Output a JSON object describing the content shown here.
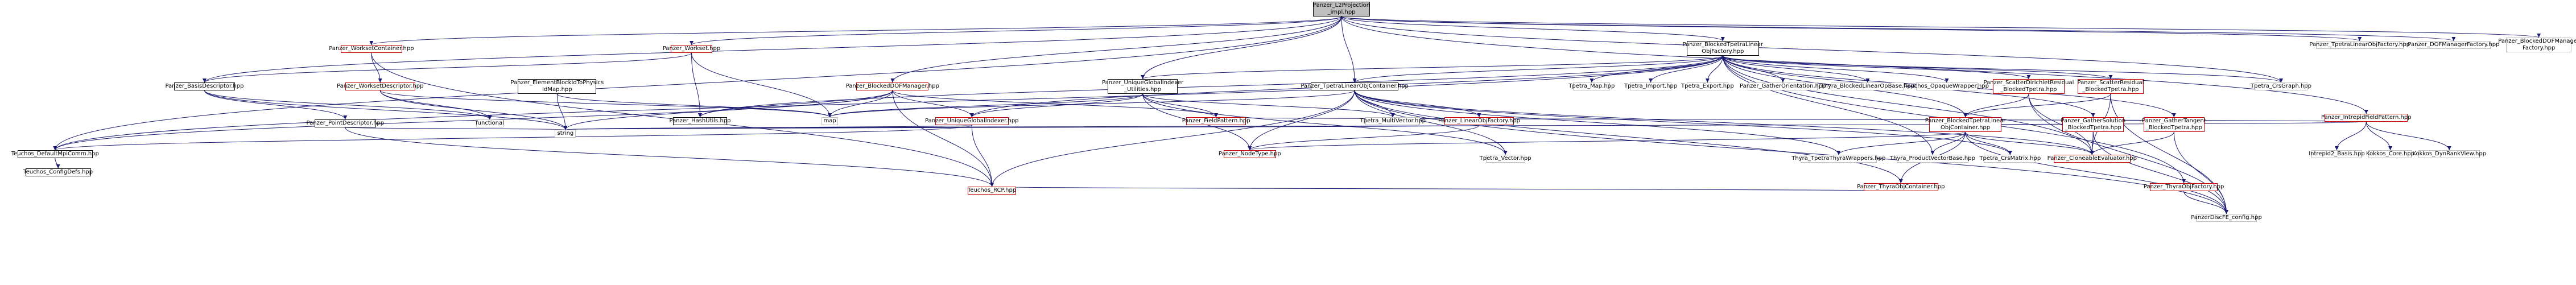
{
  "root": "Panzer_L2Projection\n_impl.hpp",
  "nodes": [
    {
      "id": "root",
      "text": "Panzer_L2Projection\n_impl.hpp",
      "style": "root"
    },
    {
      "id": "wsc",
      "text": "Panzer_WorksetContainer.hpp",
      "style": "red"
    },
    {
      "id": "ws",
      "text": "Panzer_Workset.hpp",
      "style": "red"
    },
    {
      "id": "bd",
      "text": "Panzer_BasisDescriptor.hpp",
      "style": "dark"
    },
    {
      "id": "wd",
      "text": "Panzer_WorksetDescriptor.hpp",
      "style": "red"
    },
    {
      "id": "ebg",
      "text": "Panzer_ElementBlockIdToPhysics\nIdMap.hpp",
      "style": "dark"
    },
    {
      "id": "pd",
      "text": "Panzer_PointDescriptor.hpp",
      "style": "dark"
    },
    {
      "id": "functional",
      "text": "functional",
      "style": "plain"
    },
    {
      "id": "string",
      "text": "string",
      "style": "plain"
    },
    {
      "id": "tdmc",
      "text": "Teuchos_DefaultMpiComm.hpp",
      "style": "dark"
    },
    {
      "id": "tcd",
      "text": "Teuchos_ConfigDefs.hpp",
      "style": "dark"
    },
    {
      "id": "bldm",
      "text": "Panzer_BlockedDOFManager.hpp",
      "style": "red"
    },
    {
      "id": "hash",
      "text": "Panzer_HashUtils.hpp",
      "style": "dark"
    },
    {
      "id": "map",
      "text": "map",
      "style": "plain"
    },
    {
      "id": "ugi",
      "text": "Panzer_UniqueGlobalIndexer.hpp",
      "style": "red"
    },
    {
      "id": "ugiu",
      "text": "Panzer_UniqueGlobalIndexer\n_Utilities.hpp",
      "style": "dark"
    },
    {
      "id": "fp",
      "text": "Panzer_FieldPattern.hpp",
      "style": "red"
    },
    {
      "id": "tloc",
      "text": "Panzer_TpetraLinearObjContainer.hpp",
      "style": "dark"
    },
    {
      "id": "tmv",
      "text": "Tpetra_MultiVector.hpp",
      "style": "plain"
    },
    {
      "id": "lof",
      "text": "Panzer_LinearObjFactory.hpp",
      "style": "red"
    },
    {
      "id": "nt",
      "text": "Panzer_NodeType.hpp",
      "style": "red"
    },
    {
      "id": "trcp",
      "text": "Teuchos_RCP.hpp",
      "style": "red"
    },
    {
      "id": "tv",
      "text": "Tpetra_Vector.hpp",
      "style": "plain"
    },
    {
      "id": "blof",
      "text": "Panzer_BlockedTpetraLinear\nObjFactory.hpp",
      "style": "dark"
    },
    {
      "id": "tmap",
      "text": "Tpetra_Map.hpp",
      "style": "plain"
    },
    {
      "id": "timp",
      "text": "Tpetra_Import.hpp",
      "style": "plain"
    },
    {
      "id": "texp",
      "text": "Tpetra_Export.hpp",
      "style": "plain"
    },
    {
      "id": "pgo",
      "text": "Panzer_GatherOrientation.hpp",
      "style": "plain"
    },
    {
      "id": "tblob",
      "text": "Thyra_BlockedLinearOpBase.hpp",
      "style": "plain"
    },
    {
      "id": "tow",
      "text": "Teuchos_OpaqueWrapper.hpp",
      "style": "plain"
    },
    {
      "id": "sdr",
      "text": "Panzer_ScatterDirichletResidual\n_BlockedTpetra.hpp",
      "style": "red"
    },
    {
      "id": "sr",
      "text": "Panzer_ScatterResidual\n_BlockedTpetra.hpp",
      "style": "red"
    },
    {
      "id": "bloc",
      "text": "Panzer_BlockedTpetraLinear\nObjContainer.hpp",
      "style": "red"
    },
    {
      "id": "gs",
      "text": "Panzer_GatherSolution\n_BlockedTpetra.hpp",
      "style": "red"
    },
    {
      "id": "gt",
      "text": "Panzer_GatherTangent\n_BlockedTpetra.hpp",
      "style": "red"
    },
    {
      "id": "ttw",
      "text": "Thyra_TpetraThyraWrappers.hpp",
      "style": "plain"
    },
    {
      "id": "tpvb",
      "text": "Thyra_ProductVectorBase.hpp",
      "style": "plain"
    },
    {
      "id": "tcm",
      "text": "Tpetra_CrsMatrix.hpp",
      "style": "plain"
    },
    {
      "id": "ce",
      "text": "Panzer_CloneableEvaluator.hpp",
      "style": "red"
    },
    {
      "id": "toc",
      "text": "Panzer_ThyraObjContainer.hpp",
      "style": "red"
    },
    {
      "id": "tof",
      "text": "Panzer_ThyraObjFactory.hpp",
      "style": "red"
    },
    {
      "id": "pdc",
      "text": "PanzerDiscFE_config.hpp",
      "style": "plain"
    },
    {
      "id": "tcg",
      "text": "Tpetra_CrsGraph.hpp",
      "style": "plain"
    },
    {
      "id": "ifp",
      "text": "Panzer_IntrepidFieldPattern.hpp",
      "style": "red"
    },
    {
      "id": "ib",
      "text": "Intrepid2_Basis.hpp",
      "style": "plain"
    },
    {
      "id": "kc",
      "text": "Kokkos_Core.hpp",
      "style": "plain"
    },
    {
      "id": "kdrv",
      "text": "Kokkos_DynRankView.hpp",
      "style": "plain"
    },
    {
      "id": "ptlof",
      "text": "Panzer_TpetraLinearObjFactory.hpp",
      "style": "plain"
    },
    {
      "id": "pdofmf",
      "text": "Panzer_DOFManagerFactory.hpp",
      "style": "plain"
    },
    {
      "id": "pbdofmf",
      "text": "Panzer_BlockedDOFManager\nFactory.hpp",
      "style": "plain"
    }
  ],
  "edges": [
    [
      "root",
      "wsc"
    ],
    [
      "root",
      "ws"
    ],
    [
      "root",
      "blof"
    ],
    [
      "root",
      "tloc"
    ],
    [
      "root",
      "ugiu"
    ],
    [
      "root",
      "bldm"
    ],
    [
      "root",
      "bd"
    ],
    [
      "root",
      "tdmc"
    ],
    [
      "root",
      "ptlof"
    ],
    [
      "root",
      "pdofmf"
    ],
    [
      "root",
      "pbdofmf"
    ],
    [
      "root",
      "ifp"
    ],
    [
      "root",
      "tcg"
    ],
    [
      "wsc",
      "wd"
    ],
    [
      "wsc",
      "trcp"
    ],
    [
      "ws",
      "bd"
    ],
    [
      "ws",
      "map"
    ],
    [
      "ws",
      "hash"
    ],
    [
      "bd",
      "pd"
    ],
    [
      "bd",
      "functional"
    ],
    [
      "bd",
      "string"
    ],
    [
      "wd",
      "functional"
    ],
    [
      "wd",
      "string"
    ],
    [
      "wd",
      "map"
    ],
    [
      "ebg",
      "map"
    ],
    [
      "ebg",
      "string"
    ],
    [
      "pd",
      "string"
    ],
    [
      "pd",
      "trcp"
    ],
    [
      "tdmc",
      "tcd"
    ],
    [
      "bldm",
      "ugi"
    ],
    [
      "bldm",
      "fp"
    ],
    [
      "bldm",
      "hash"
    ],
    [
      "bldm",
      "map"
    ],
    [
      "bldm",
      "string"
    ],
    [
      "bldm",
      "trcp"
    ],
    [
      "bldm",
      "tdmc"
    ],
    [
      "ugi",
      "string"
    ],
    [
      "ugi",
      "trcp"
    ],
    [
      "ugi",
      "tdmc"
    ],
    [
      "ugiu",
      "ugi"
    ],
    [
      "ugiu",
      "fp"
    ],
    [
      "ugiu",
      "tmv"
    ],
    [
      "ugiu",
      "tv"
    ],
    [
      "ugiu",
      "map"
    ],
    [
      "ugiu",
      "nt"
    ],
    [
      "tloc",
      "lof"
    ],
    [
      "tloc",
      "tmv"
    ],
    [
      "tloc",
      "tv"
    ],
    [
      "tloc",
      "nt"
    ],
    [
      "tloc",
      "trcp"
    ],
    [
      "tloc",
      "ttw"
    ],
    [
      "tloc",
      "toc"
    ],
    [
      "tloc",
      "tcm"
    ],
    [
      "tloc",
      "ce"
    ],
    [
      "tloc",
      "pdc"
    ],
    [
      "tloc",
      "map"
    ],
    [
      "lof",
      "string"
    ],
    [
      "lof",
      "nt"
    ],
    [
      "blof",
      "tmap"
    ],
    [
      "blof",
      "timp"
    ],
    [
      "blof",
      "texp"
    ],
    [
      "blof",
      "pgo"
    ],
    [
      "blof",
      "tblob"
    ],
    [
      "blof",
      "tow"
    ],
    [
      "blof",
      "sdr"
    ],
    [
      "blof",
      "sr"
    ],
    [
      "blof",
      "bloc"
    ],
    [
      "blof",
      "gs"
    ],
    [
      "blof",
      "gt"
    ],
    [
      "blof",
      "ugi"
    ],
    [
      "blof",
      "ugiu"
    ],
    [
      "blof",
      "tloc"
    ],
    [
      "blof",
      "tcg"
    ],
    [
      "blof",
      "tdmc"
    ],
    [
      "blof",
      "hash"
    ],
    [
      "blof",
      "ce"
    ],
    [
      "blof",
      "tpvb"
    ],
    [
      "blof",
      "tof"
    ],
    [
      "sdr",
      "bloc"
    ],
    [
      "sdr",
      "ce"
    ],
    [
      "sdr",
      "pdc"
    ],
    [
      "sr",
      "bloc"
    ],
    [
      "sr",
      "ce"
    ],
    [
      "sr",
      "pdc"
    ],
    [
      "bloc",
      "ttw"
    ],
    [
      "bloc",
      "tpvb"
    ],
    [
      "bloc",
      "tcm"
    ],
    [
      "bloc",
      "ce"
    ],
    [
      "bloc",
      "toc"
    ],
    [
      "bloc",
      "nt"
    ],
    [
      "bloc",
      "pdc"
    ],
    [
      "gs",
      "ce"
    ],
    [
      "gs",
      "pdc"
    ],
    [
      "gt",
      "ce"
    ],
    [
      "gt",
      "pdc"
    ],
    [
      "toc",
      "trcp"
    ],
    [
      "tof",
      "pdc"
    ],
    [
      "ifp",
      "ib"
    ],
    [
      "ifp",
      "kc"
    ],
    [
      "ifp",
      "kdrv"
    ],
    [
      "ifp",
      "fp"
    ],
    [
      "ifp",
      "string"
    ]
  ]
}
